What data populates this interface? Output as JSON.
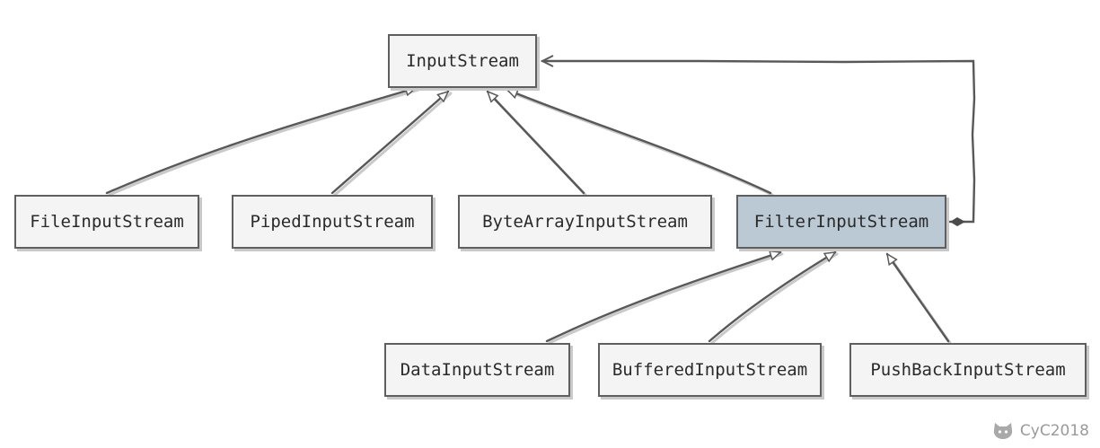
{
  "nodes": {
    "input_stream": "InputStream",
    "file_input_stream": "FileInputStream",
    "piped_input_stream": "PipedInputStream",
    "byte_array_input_stream": "ByteArrayInputStream",
    "filter_input_stream": "FilterInputStream",
    "data_input_stream": "DataInputStream",
    "buffered_input_stream": "BufferedInputStream",
    "pushback_input_stream": "PushBackInputStream"
  },
  "edges": [
    {
      "from": "FileInputStream",
      "to": "InputStream",
      "type": "inheritance"
    },
    {
      "from": "PipedInputStream",
      "to": "InputStream",
      "type": "inheritance"
    },
    {
      "from": "ByteArrayInputStream",
      "to": "InputStream",
      "type": "inheritance"
    },
    {
      "from": "FilterInputStream",
      "to": "InputStream",
      "type": "inheritance"
    },
    {
      "from": "FilterInputStream",
      "to": "InputStream",
      "type": "composition"
    },
    {
      "from": "DataInputStream",
      "to": "FilterInputStream",
      "type": "inheritance"
    },
    {
      "from": "BufferedInputStream",
      "to": "FilterInputStream",
      "type": "inheritance"
    },
    {
      "from": "PushBackInputStream",
      "to": "FilterInputStream",
      "type": "inheritance"
    }
  ],
  "highlight_color": "#bac9d4",
  "watermark": {
    "icon": "github-cat-icon",
    "text": "CyC2018"
  }
}
